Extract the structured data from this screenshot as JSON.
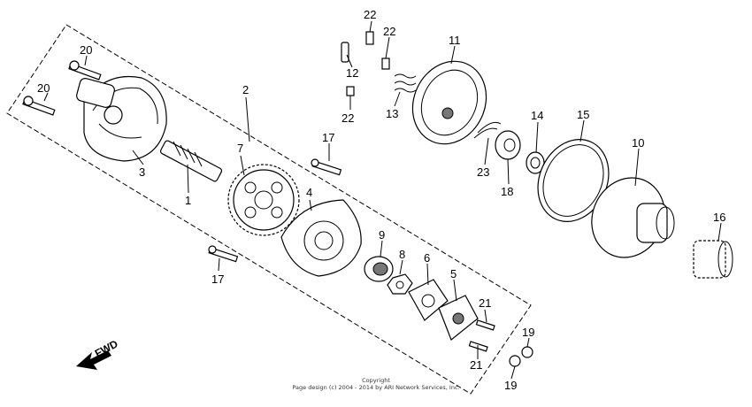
{
  "copyright": {
    "line1": "Copyright",
    "line2": "Page design (c) 2004 - 2014 by ARI Network Services, Inc."
  },
  "direction": {
    "text": "FWD"
  },
  "callouts": [
    {
      "id": "20a",
      "text": "20"
    },
    {
      "id": "20b",
      "text": "20"
    },
    {
      "id": "3",
      "text": "3"
    },
    {
      "id": "1",
      "text": "1"
    },
    {
      "id": "7",
      "text": "7"
    },
    {
      "id": "2",
      "text": "2"
    },
    {
      "id": "17a",
      "text": "17"
    },
    {
      "id": "17b",
      "text": "17"
    },
    {
      "id": "4",
      "text": "4"
    },
    {
      "id": "9",
      "text": "9"
    },
    {
      "id": "8",
      "text": "8"
    },
    {
      "id": "6",
      "text": "6"
    },
    {
      "id": "5",
      "text": "5"
    },
    {
      "id": "21a",
      "text": "21"
    },
    {
      "id": "21b",
      "text": "21"
    },
    {
      "id": "19a",
      "text": "19"
    },
    {
      "id": "19b",
      "text": "19"
    },
    {
      "id": "22a",
      "text": "22"
    },
    {
      "id": "22b",
      "text": "22"
    },
    {
      "id": "22c",
      "text": "22"
    },
    {
      "id": "12",
      "text": "12"
    },
    {
      "id": "13",
      "text": "13"
    },
    {
      "id": "11",
      "text": "11"
    },
    {
      "id": "23",
      "text": "23"
    },
    {
      "id": "18",
      "text": "18"
    },
    {
      "id": "14",
      "text": "14"
    },
    {
      "id": "15",
      "text": "15"
    },
    {
      "id": "10",
      "text": "10"
    },
    {
      "id": "16",
      "text": "16"
    }
  ]
}
